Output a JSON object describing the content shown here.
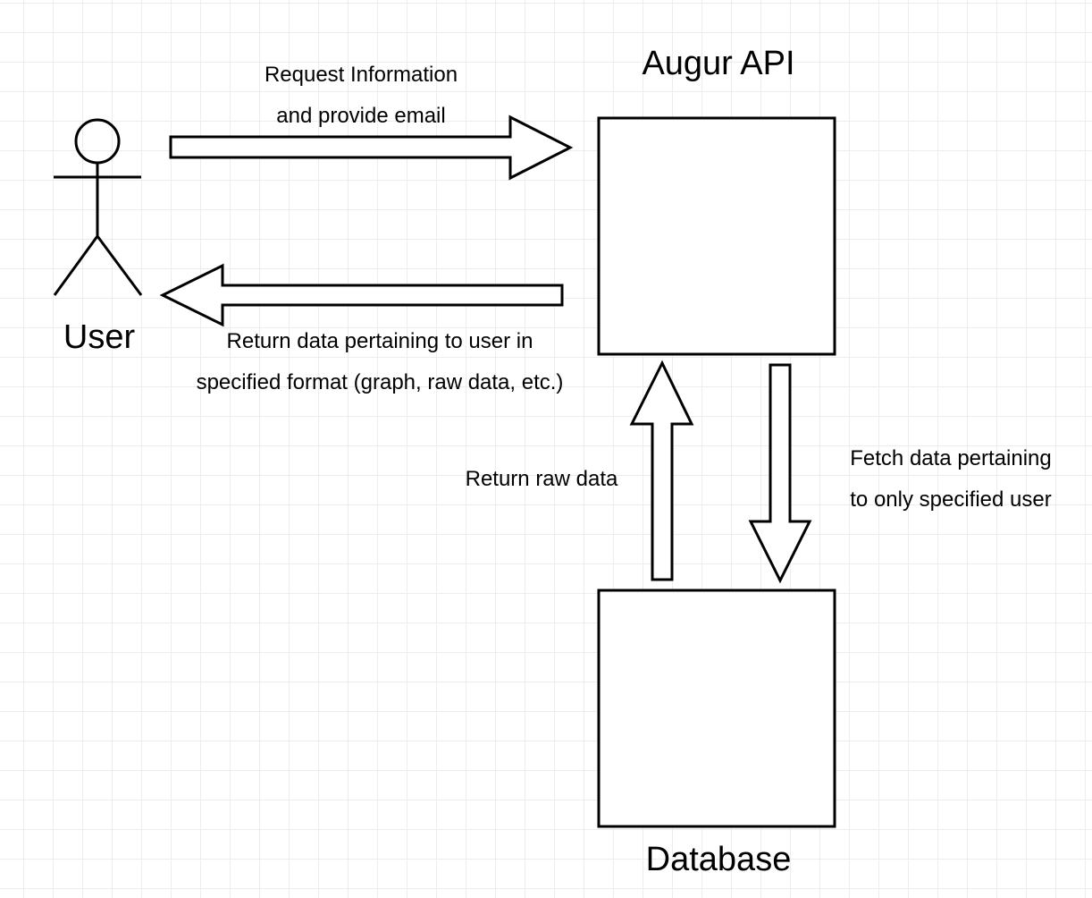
{
  "diagram": {
    "stroke_color": "#000000",
    "fill_color": "#ffffff",
    "nodes": {
      "user": {
        "label": "User",
        "shape": "stick-figure-actor"
      },
      "api": {
        "label": "Augur API",
        "shape": "box"
      },
      "database": {
        "label": "Database",
        "shape": "box"
      }
    },
    "edges": {
      "request": {
        "from": "User",
        "to": "Augur API",
        "lines": [
          "Request Information",
          "and provide email"
        ]
      },
      "return_to_user": {
        "from": "Augur API",
        "to": "User",
        "lines": [
          "Return data pertaining to user in",
          "specified format (graph, raw data, etc.)"
        ]
      },
      "return_raw": {
        "from": "Database",
        "to": "Augur API",
        "lines": [
          "Return raw data"
        ]
      },
      "fetch": {
        "from": "Augur API",
        "to": "Database",
        "lines": [
          "Fetch data pertaining",
          "to only specified user"
        ]
      }
    }
  }
}
